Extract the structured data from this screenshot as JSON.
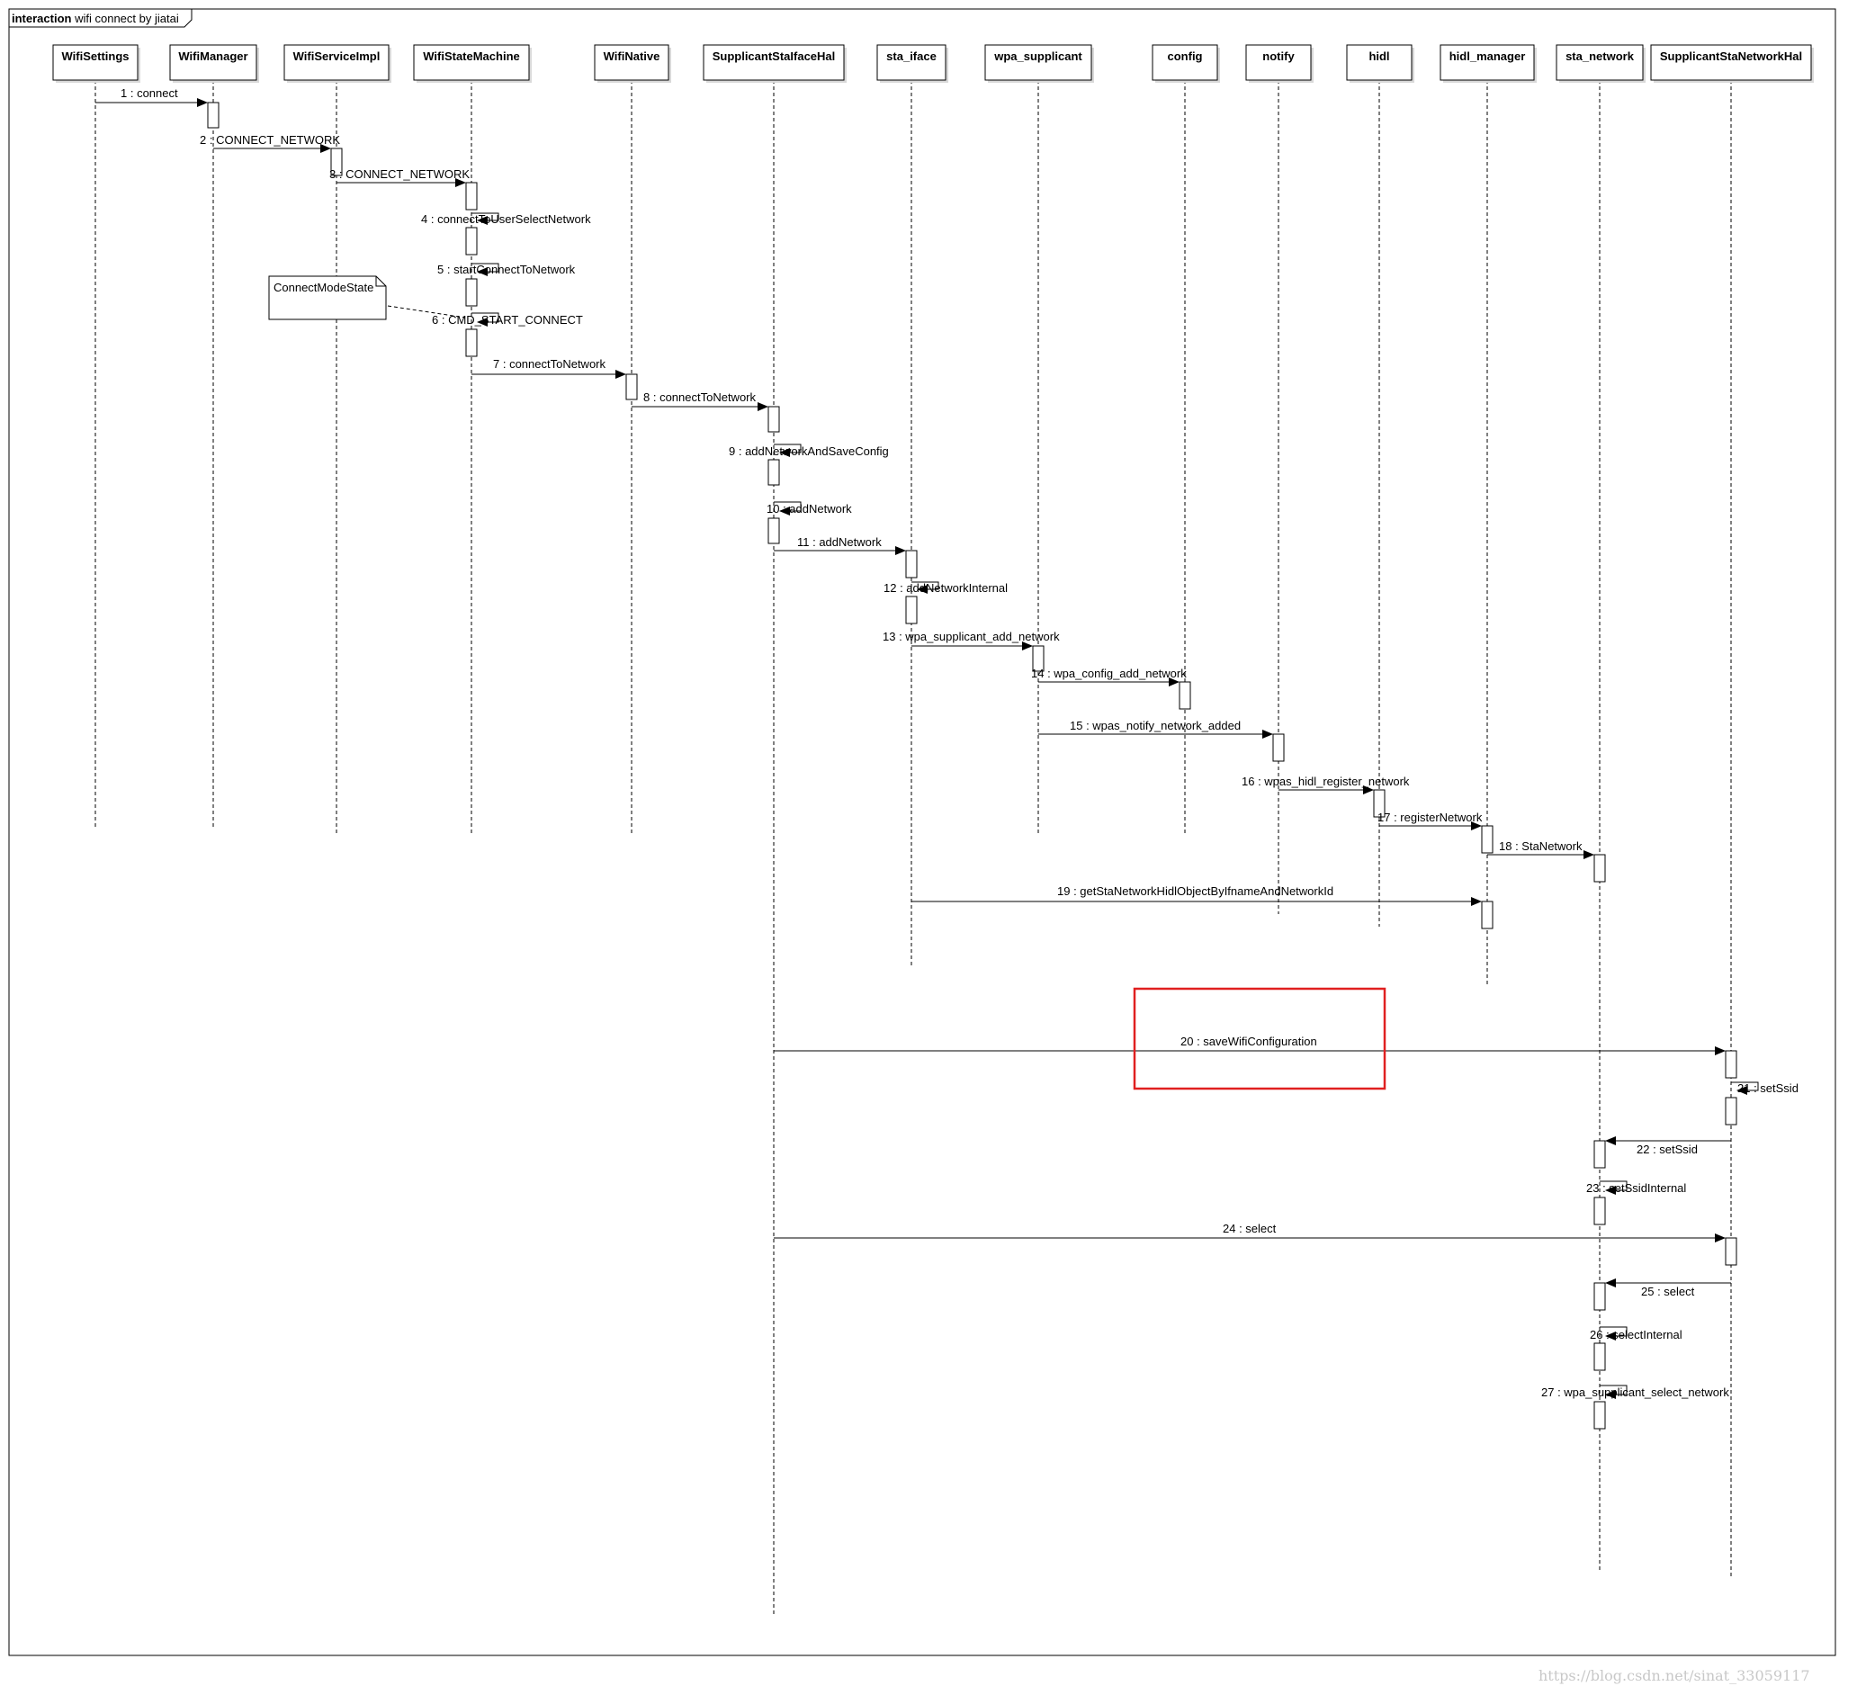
{
  "frame": {
    "keyword": "interaction",
    "name": "wifi connect by jiatai"
  },
  "participants": [
    "WifiSettings",
    "WifiManager",
    "WifiServiceImpl",
    "WifiStateMachine",
    "WifiNative",
    "SupplicantStaIfaceHal",
    "sta_iface",
    "wpa_supplicant",
    "config",
    "notify",
    "hidl",
    "hidl_manager",
    "sta_network",
    "SupplicantStaNetworkHal"
  ],
  "messages": [
    {
      "label": "1 : connect",
      "from": 0,
      "to": 1
    },
    {
      "label": "2 : CONNECT_NETWORK",
      "from": 1,
      "to": 2
    },
    {
      "label": "3 : CONNECT_NETWORK",
      "from": 2,
      "to": 3
    },
    {
      "label": "4 : connectToUserSelectNetwork",
      "from": 3,
      "to": 3
    },
    {
      "label": "5 : startConnectToNetwork",
      "from": 3,
      "to": 3
    },
    {
      "label": "6 : CMD_START_CONNECT",
      "from": 3,
      "to": 3
    },
    {
      "label": "7 : connectToNetwork",
      "from": 3,
      "to": 4
    },
    {
      "label": "8 : connectToNetwork",
      "from": 4,
      "to": 5
    },
    {
      "label": "9 : addNetworkAndSaveConfig",
      "from": 5,
      "to": 5
    },
    {
      "label": "10 : addNetwork",
      "from": 5,
      "to": 5
    },
    {
      "label": "11 : addNetwork",
      "from": 5,
      "to": 6
    },
    {
      "label": "12 : addNetworkInternal",
      "from": 6,
      "to": 6
    },
    {
      "label": "13 : wpa_supplicant_add_network",
      "from": 6,
      "to": 7
    },
    {
      "label": "14 : wpa_config_add_network",
      "from": 7,
      "to": 8
    },
    {
      "label": "15 : wpas_notify_network_added",
      "from": 7,
      "to": 9
    },
    {
      "label": "16 : wpas_hidl_register_network",
      "from": 9,
      "to": 10
    },
    {
      "label": "17 : registerNetwork",
      "from": 10,
      "to": 11
    },
    {
      "label": "18 : StaNetwork",
      "from": 11,
      "to": 12
    },
    {
      "label": "19 : getStaNetworkHidlObjectByIfnameAndNetworkId",
      "from": 6,
      "to": 11
    },
    {
      "label": "20 : saveWifiConfiguration",
      "from": 5,
      "to": 13
    },
    {
      "label": "21 : setSsid",
      "from": 13,
      "to": 13
    },
    {
      "label": "22 : setSsid",
      "from": 13,
      "to": 12
    },
    {
      "label": "23 : setSsidInternal",
      "from": 12,
      "to": 12
    },
    {
      "label": "24 : select",
      "from": 5,
      "to": 13
    },
    {
      "label": "25 : select",
      "from": 13,
      "to": 12
    },
    {
      "label": "26 : selectInternal",
      "from": 12,
      "to": 12
    },
    {
      "label": "27 : wpa_supplicant_select_network",
      "from": 12,
      "to": 12
    }
  ],
  "note": {
    "text": "ConnectModeState"
  },
  "highlight_color": "#e02020",
  "watermark": "https://blog.csdn.net/sinat_33059117"
}
